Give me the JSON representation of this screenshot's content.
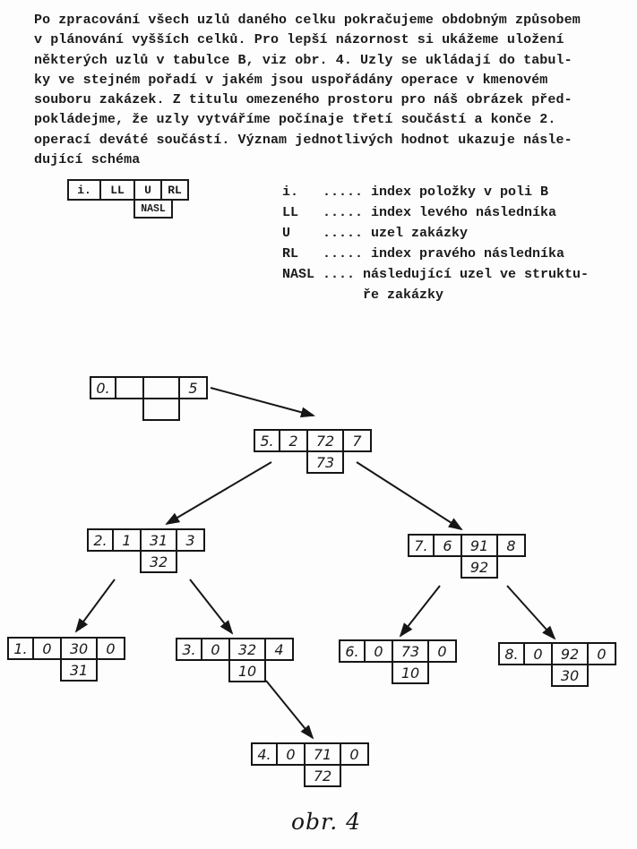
{
  "colors": {
    "ink": "#1b1b1b",
    "paper": "#fdfdfd"
  },
  "paragraph": {
    "lines": [
      "Po zpracování všech uzlů daného celku pokračujeme obdobným způsobem",
      "v plánování vyšších celků. Pro lepší názornost si ukážeme uložení",
      "některých uzlů v tabulce B, viz obr. 4. Uzly se ukládají do tabul-",
      "ky ve stejném pořadí v jakém jsou uspořádány operace v kmenovém",
      "souboru zakázek. Z titulu omezeného prostoru pro náš obrázek před-",
      "pokládejme, že uzly vytváříme počínaje třetí součástí a konče 2.",
      "operací deváté součástí. Význam jednotlivých hodnot ukazuje násle-",
      "dující schéma"
    ]
  },
  "schema": {
    "cells": [
      "i.",
      "LL",
      "U",
      "RL"
    ],
    "nasl": "NASL"
  },
  "legend": {
    "lines": [
      "i.   ..... index položky v poli B",
      "LL   ..... index levého následníka",
      "U    ..... uzel zakázky",
      "RL   ..... index pravého následníka",
      "NASL .... následující uzel ve struktu-",
      "          ře zakázky"
    ]
  },
  "tree": {
    "nodes": [
      {
        "id": "0",
        "cells": [
          "0.",
          "",
          "",
          "5"
        ],
        "nasl": ""
      },
      {
        "id": "5",
        "cells": [
          "5.",
          "2",
          "72",
          "7"
        ],
        "nasl": "73"
      },
      {
        "id": "2",
        "cells": [
          "2.",
          "1",
          "31",
          "3"
        ],
        "nasl": "32"
      },
      {
        "id": "7",
        "cells": [
          "7.",
          "6",
          "91",
          "8"
        ],
        "nasl": "92"
      },
      {
        "id": "1",
        "cells": [
          "1.",
          "0",
          "30",
          "0"
        ],
        "nasl": "31"
      },
      {
        "id": "3",
        "cells": [
          "3.",
          "0",
          "32",
          "4"
        ],
        "nasl": "10"
      },
      {
        "id": "6",
        "cells": [
          "6.",
          "0",
          "73",
          "0"
        ],
        "nasl": "10"
      },
      {
        "id": "8",
        "cells": [
          "8.",
          "0",
          "92",
          "0"
        ],
        "nasl": "30"
      },
      {
        "id": "4",
        "cells": [
          "4.",
          "0",
          "71",
          "0"
        ],
        "nasl": "72"
      }
    ]
  },
  "caption": "obr. 4"
}
